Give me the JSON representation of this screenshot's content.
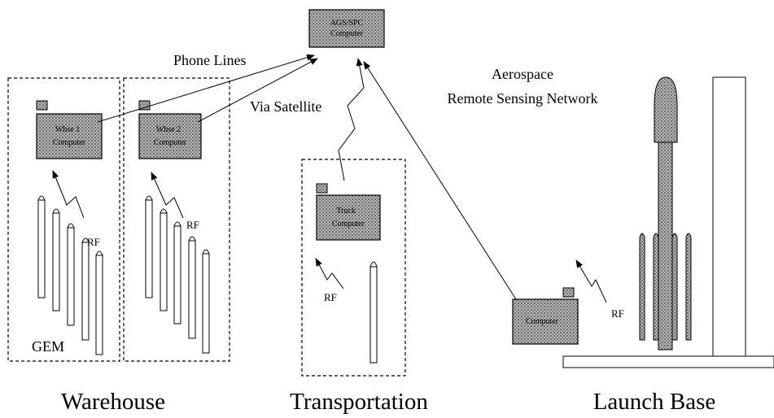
{
  "central_computer": {
    "line1": "AGS/SPC",
    "line2": "Computer"
  },
  "labels": {
    "phone_lines": "Phone Lines",
    "via_satellite": "Via Satellite",
    "aerospace_line1": "Aerospace",
    "aerospace_line2": "Remote Sensing Network",
    "gem": "GEM",
    "rf": "RF"
  },
  "computers": {
    "wh1": {
      "line1": "Whse 1",
      "line2": "Computer"
    },
    "wh2": {
      "line1": "Whse 2",
      "line2": "Computer"
    },
    "truck": {
      "line1": "Truck",
      "line2": "Computer"
    },
    "base": {
      "line1": "Computer"
    }
  },
  "sections": {
    "warehouse": "Warehouse",
    "transportation": "Transportation",
    "launch_base": "Launch Base"
  },
  "colors": {
    "computer_fill": "#9a9a9a",
    "line": "#000000"
  }
}
